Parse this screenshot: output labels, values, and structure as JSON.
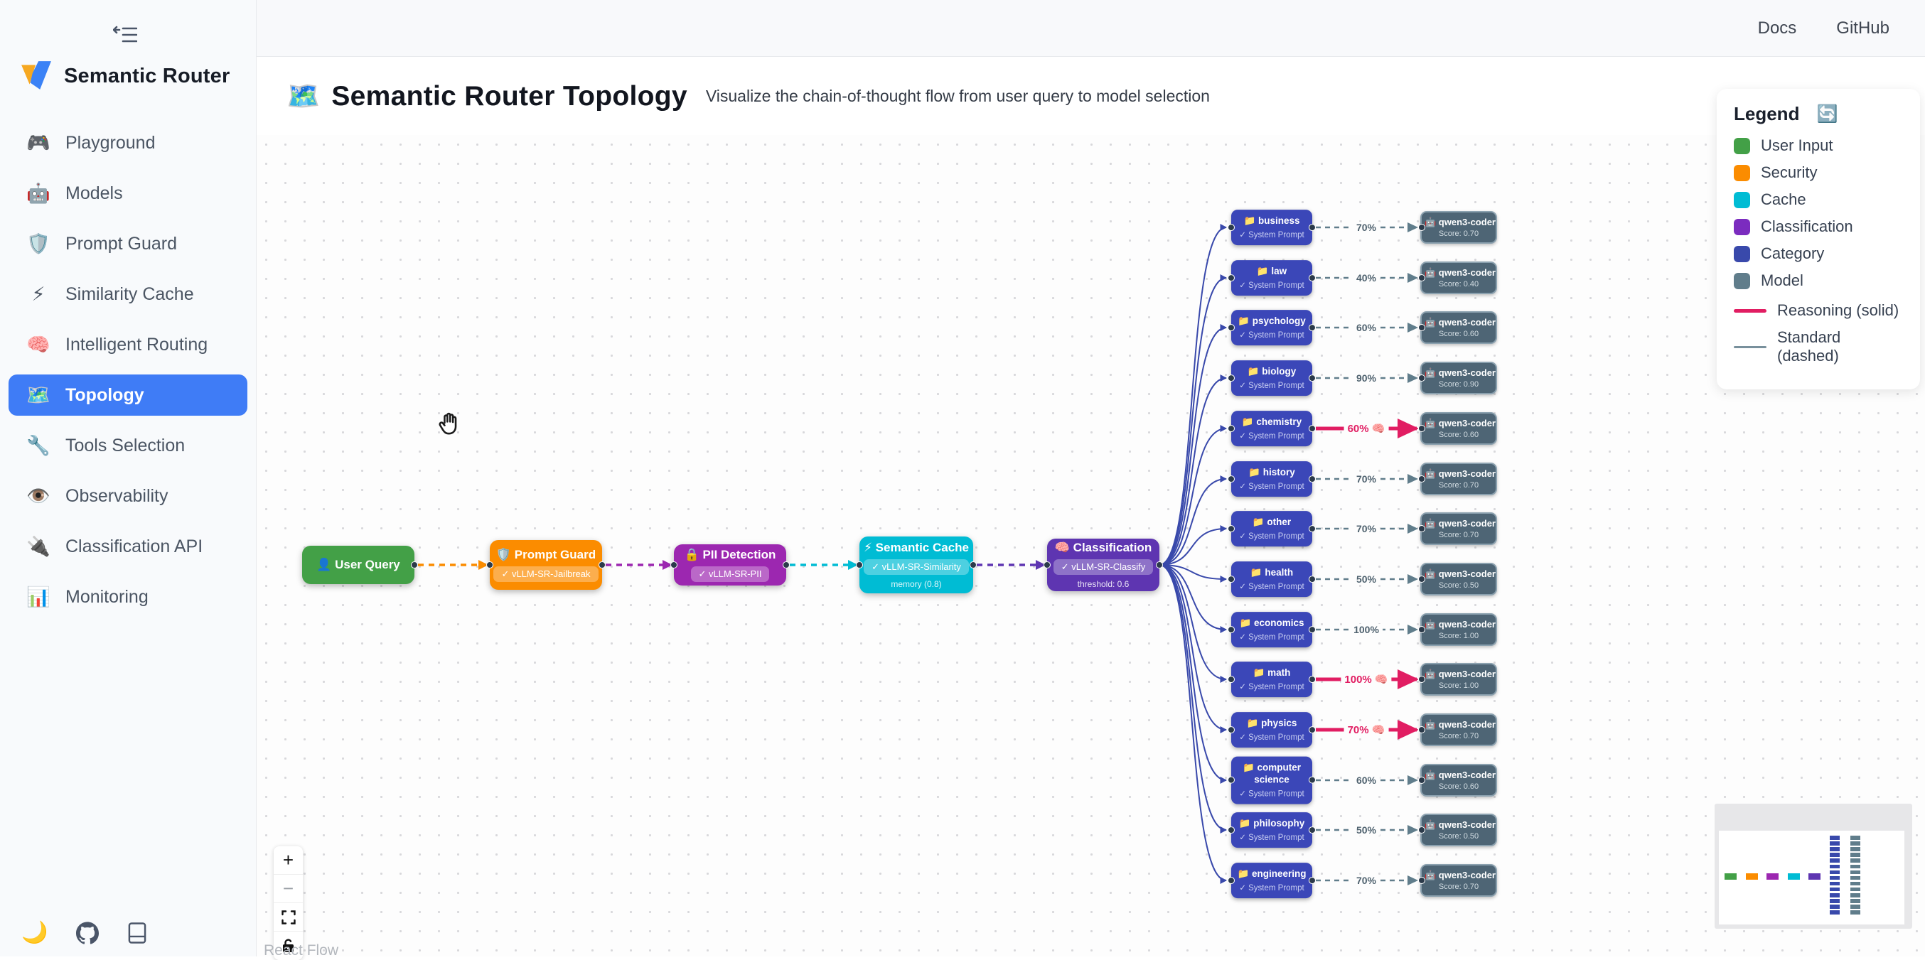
{
  "topbar": {
    "links": [
      {
        "label": "Docs"
      },
      {
        "label": "GitHub"
      }
    ]
  },
  "sidebar": {
    "brand": "Semantic Router",
    "items": [
      {
        "icon": "🎮",
        "label": "Playground",
        "active": false
      },
      {
        "icon": "🤖",
        "label": "Models",
        "active": false
      },
      {
        "icon": "🛡️",
        "label": "Prompt Guard",
        "active": false
      },
      {
        "icon": "⚡",
        "label": "Similarity Cache",
        "active": false
      },
      {
        "icon": "🧠",
        "label": "Intelligent Routing",
        "active": false
      },
      {
        "icon": "🗺️",
        "label": "Topology",
        "active": true
      },
      {
        "icon": "🔧",
        "label": "Tools Selection",
        "active": false
      },
      {
        "icon": "👁️",
        "label": "Observability",
        "active": false
      },
      {
        "icon": "🔌",
        "label": "Classification API",
        "active": false
      },
      {
        "icon": "📊",
        "label": "Monitoring",
        "active": false
      }
    ],
    "footer": {
      "theme_icon": "🌙"
    }
  },
  "header": {
    "icon": "🗺️",
    "title": "Semantic Router Topology",
    "subtitle": "Visualize the chain-of-thought flow from user query to model selection"
  },
  "legend": {
    "title": "Legend",
    "refresh_icon": "🔄",
    "node_types": [
      {
        "label": "User Input",
        "color": "#43a047"
      },
      {
        "label": "Security",
        "color": "#fb8c00"
      },
      {
        "label": "Cache",
        "color": "#00bcd4"
      },
      {
        "label": "Classification",
        "color": "#7b2cbf"
      },
      {
        "label": "Category",
        "color": "#3949ab"
      },
      {
        "label": "Model",
        "color": "#607d8b"
      }
    ],
    "edge_types": [
      {
        "label": "Reasoning (solid)",
        "color": "#e11d62",
        "style": "solid"
      },
      {
        "label": "Standard (dashed)",
        "color": "#78909c",
        "style": "dashed"
      }
    ]
  },
  "flow": {
    "pipeline": [
      {
        "icon": "👤",
        "title": "User Query",
        "color": "#43a047"
      },
      {
        "icon": "🛡️",
        "title": "Prompt Guard",
        "badge": "✓ vLLM-SR-Jailbreak",
        "color": "#fb8c00"
      },
      {
        "icon": "🔒",
        "title": "PII Detection",
        "badge": "✓ vLLM-SR-PII",
        "color": "#9c27b0"
      },
      {
        "icon": "⚡",
        "title": "Semantic Cache",
        "badge": "✓ vLLM-SR-Similarity",
        "sub": "memory (0.8)",
        "color": "#00bcd4"
      },
      {
        "icon": "🧠",
        "title": "Classification",
        "badge": "✓ vLLM-SR-Classify",
        "sub": "threshold: 0.6",
        "color": "#5e35b1"
      }
    ],
    "pipeline_edge_colors": [
      "#fb8c00",
      "#9c27b0",
      "#00bcd4",
      "#5e35b1"
    ],
    "category_icon": "📁",
    "category_sub": "✓ System Prompt",
    "model_icon": "🤖",
    "reasoning_icon": "🧠",
    "categories": [
      {
        "name": "business",
        "percent": "70%",
        "reasoning": false,
        "model": "qwen3-coder",
        "score": "Score: 0.70"
      },
      {
        "name": "law",
        "percent": "40%",
        "reasoning": false,
        "model": "qwen3-coder",
        "score": "Score: 0.40"
      },
      {
        "name": "psychology",
        "percent": "60%",
        "reasoning": false,
        "model": "qwen3-coder",
        "score": "Score: 0.60"
      },
      {
        "name": "biology",
        "percent": "90%",
        "reasoning": false,
        "model": "qwen3-coder",
        "score": "Score: 0.90"
      },
      {
        "name": "chemistry",
        "percent": "60%",
        "reasoning": true,
        "model": "qwen3-coder",
        "score": "Score: 0.60"
      },
      {
        "name": "history",
        "percent": "70%",
        "reasoning": false,
        "model": "qwen3-coder",
        "score": "Score: 0.70"
      },
      {
        "name": "other",
        "percent": "70%",
        "reasoning": false,
        "model": "qwen3-coder",
        "score": "Score: 0.70"
      },
      {
        "name": "health",
        "percent": "50%",
        "reasoning": false,
        "model": "qwen3-coder",
        "score": "Score: 0.50"
      },
      {
        "name": "economics",
        "percent": "100%",
        "reasoning": false,
        "model": "qwen3-coder",
        "score": "Score: 1.00"
      },
      {
        "name": "math",
        "percent": "100%",
        "reasoning": true,
        "model": "qwen3-coder",
        "score": "Score: 1.00"
      },
      {
        "name": "physics",
        "percent": "70%",
        "reasoning": true,
        "model": "qwen3-coder",
        "score": "Score: 0.70"
      },
      {
        "name": "computer science",
        "percent": "60%",
        "reasoning": false,
        "model": "qwen3-coder",
        "score": "Score: 0.60"
      },
      {
        "name": "philosophy",
        "percent": "50%",
        "reasoning": false,
        "model": "qwen3-coder",
        "score": "Score: 0.50"
      },
      {
        "name": "engineering",
        "percent": "70%",
        "reasoning": false,
        "model": "qwen3-coder",
        "score": "Score: 0.70"
      }
    ],
    "controls": {
      "zoom_in": "+",
      "zoom_out": "−"
    },
    "attribution": "React Flow"
  }
}
